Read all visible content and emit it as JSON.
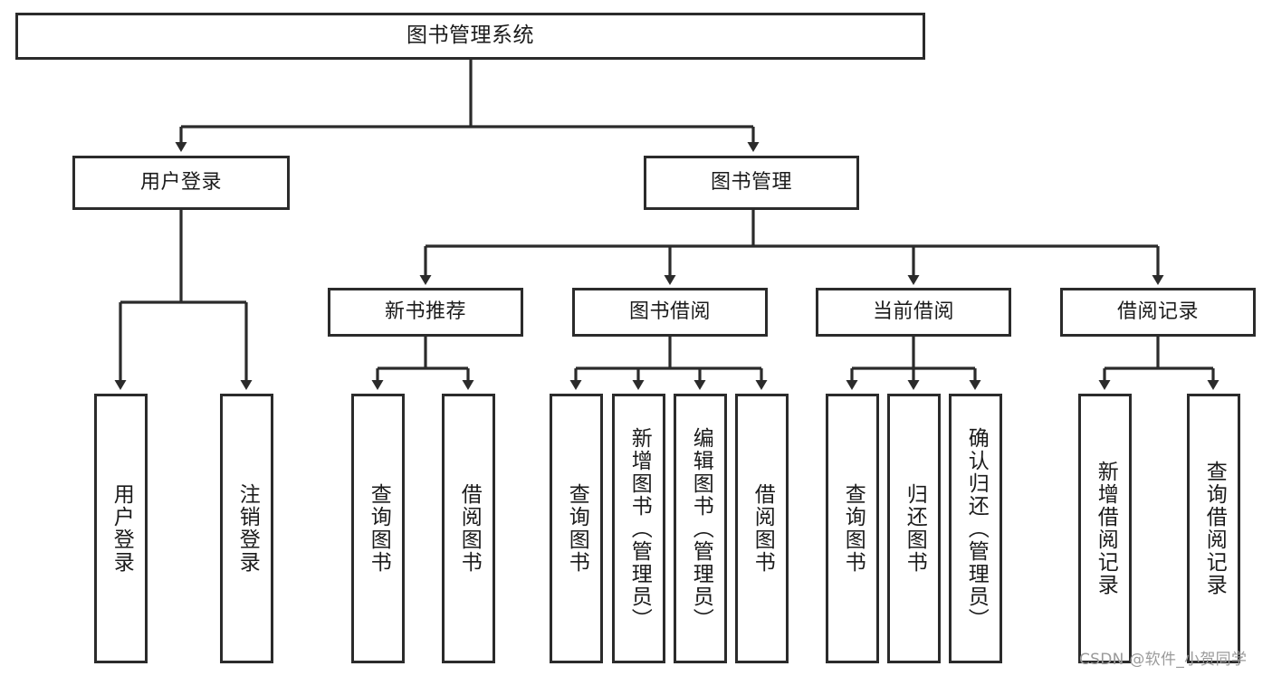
{
  "diagram": {
    "title": "图书管理系统",
    "type": "hierarchy-tree",
    "root": {
      "id": "root",
      "label": "图书管理系统",
      "orientation": "horizontal"
    },
    "level2": [
      {
        "id": "user-login",
        "label": "用户登录",
        "orientation": "horizontal"
      },
      {
        "id": "book-manage",
        "label": "图书管理",
        "orientation": "horizontal"
      }
    ],
    "level3": [
      {
        "id": "new-book-rec",
        "label": "新书推荐",
        "orientation": "horizontal",
        "parent": "book-manage"
      },
      {
        "id": "book-borrow",
        "label": "图书借阅",
        "orientation": "horizontal",
        "parent": "book-manage"
      },
      {
        "id": "current-borrow",
        "label": "当前借阅",
        "orientation": "horizontal",
        "parent": "book-manage"
      },
      {
        "id": "borrow-record",
        "label": "借阅记录",
        "orientation": "horizontal",
        "parent": "book-manage"
      }
    ],
    "leaves": [
      {
        "id": "leaf-user-login",
        "label": "用户登录",
        "parent": "user-login"
      },
      {
        "id": "leaf-user-logout",
        "label": "注销登录",
        "parent": "user-login"
      },
      {
        "id": "leaf-rec-query",
        "label": "查询图书",
        "parent": "new-book-rec"
      },
      {
        "id": "leaf-rec-borrow",
        "label": "借阅图书",
        "parent": "new-book-rec"
      },
      {
        "id": "leaf-borrow-query",
        "label": "查询图书",
        "parent": "book-borrow"
      },
      {
        "id": "leaf-borrow-add",
        "label": "新增图书（管理员）",
        "parent": "book-borrow"
      },
      {
        "id": "leaf-borrow-edit",
        "label": "编辑图书（管理员）",
        "parent": "book-borrow"
      },
      {
        "id": "leaf-borrow-lend",
        "label": "借阅图书",
        "parent": "book-borrow"
      },
      {
        "id": "leaf-cur-query",
        "label": "查询图书",
        "parent": "current-borrow"
      },
      {
        "id": "leaf-cur-return",
        "label": "归还图书",
        "parent": "current-borrow"
      },
      {
        "id": "leaf-cur-confirm",
        "label": "确认归还（管理员）",
        "parent": "current-borrow"
      },
      {
        "id": "leaf-rec-add",
        "label": "新增借阅记录",
        "parent": "borrow-record"
      },
      {
        "id": "leaf-rec-search",
        "label": "查询借阅记录",
        "parent": "borrow-record"
      }
    ],
    "colors": {
      "stroke": "#2b2b2b",
      "fill": "#ffffff",
      "text": "#1b1b1b",
      "watermark": "#9a9a9a"
    }
  },
  "watermark": {
    "text": "CSDN @软件_小贺同学"
  }
}
